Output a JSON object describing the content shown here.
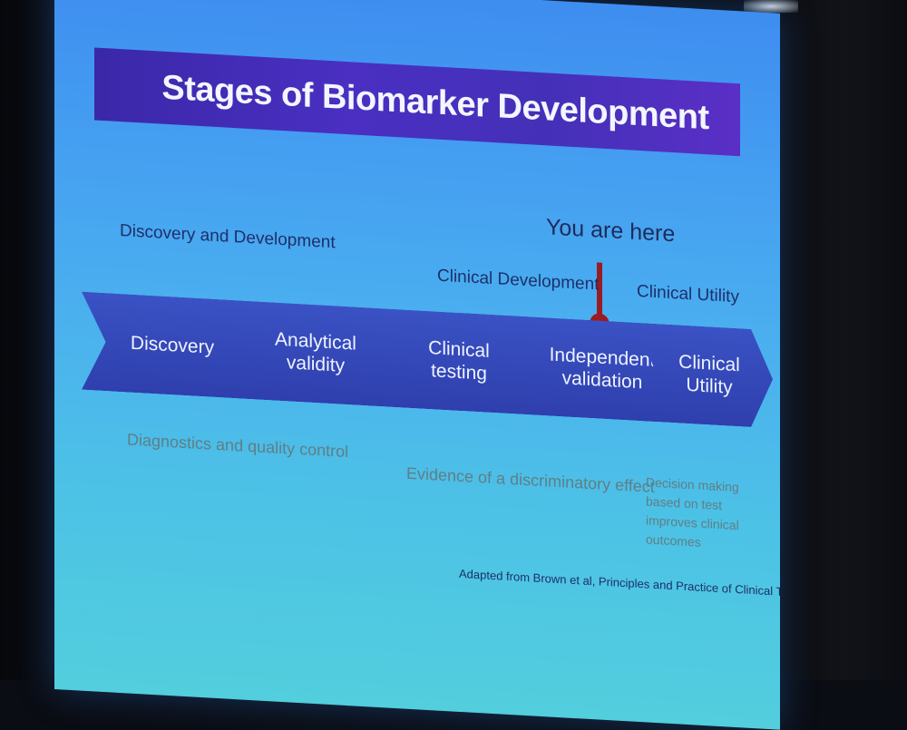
{
  "slide": {
    "title": "Stages of Biomarker Development",
    "phase_labels": {
      "discovery_development": "Discovery and Development",
      "clinical_development": "Clinical Development",
      "clinical_utility": "Clinical Utility"
    },
    "marker_text": "You are here",
    "stages": [
      {
        "label": "Discovery"
      },
      {
        "label": "Analytical\nvalidity"
      },
      {
        "label": "Clinical\ntesting"
      },
      {
        "label": "Independent\nvalidation"
      },
      {
        "label": "Clinical\nUtility"
      }
    ],
    "descriptions": {
      "d1": "Diagnostics and quality control",
      "d2": "Evidence of a discriminatory effect",
      "d3": "Decision making\nbased on test\nimproves clinical\noutcomes"
    },
    "citation": "Adapted from Brown et al, Principles and Practice of Clinical Trials"
  },
  "colors": {
    "title_bar": "#4430b8",
    "chevron": "#3344b8",
    "marker": "#9b1b22"
  }
}
